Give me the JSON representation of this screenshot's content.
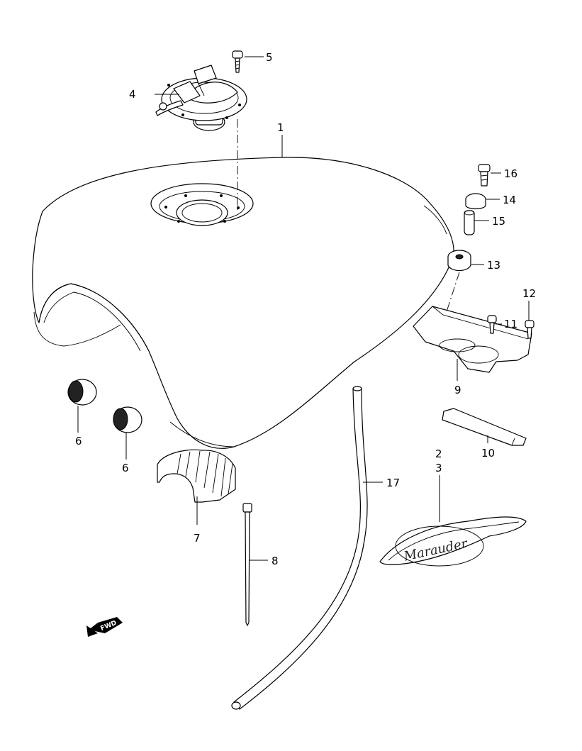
{
  "callouts": [
    {
      "id": "c1",
      "label": "1"
    },
    {
      "id": "c2",
      "label": "2"
    },
    {
      "id": "c3",
      "label": "3"
    },
    {
      "id": "c4",
      "label": "4"
    },
    {
      "id": "c5",
      "label": "5"
    },
    {
      "id": "c6a",
      "label": "6"
    },
    {
      "id": "c6b",
      "label": "6"
    },
    {
      "id": "c7",
      "label": "7"
    },
    {
      "id": "c8",
      "label": "8"
    },
    {
      "id": "c9",
      "label": "9"
    },
    {
      "id": "c10",
      "label": "10"
    },
    {
      "id": "c11",
      "label": "11"
    },
    {
      "id": "c12",
      "label": "12"
    },
    {
      "id": "c13",
      "label": "13"
    },
    {
      "id": "c14",
      "label": "14"
    },
    {
      "id": "c15",
      "label": "15"
    },
    {
      "id": "c16",
      "label": "16"
    },
    {
      "id": "c17",
      "label": "17"
    }
  ],
  "emblem": {
    "script": "Marauder"
  },
  "direction": {
    "label": "FWD"
  }
}
